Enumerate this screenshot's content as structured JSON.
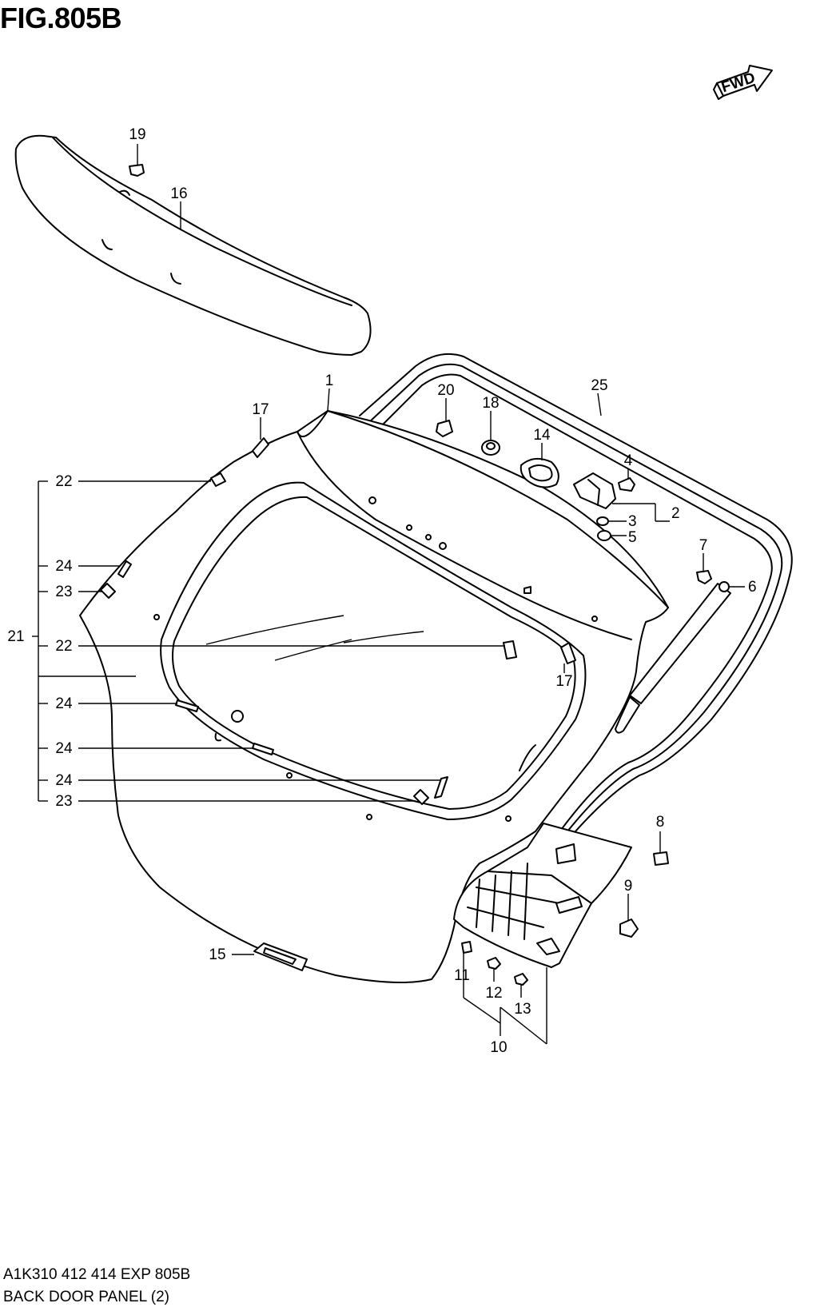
{
  "figure": {
    "title": "FIG.805B",
    "direction_badge": "FWD",
    "footer_code": "A1K310 412 414 EXP 805B",
    "footer_name": "BACK DOOR PANEL (2)"
  },
  "callouts": {
    "c1": "1",
    "c2": "2",
    "c3": "3",
    "c4": "4",
    "c5": "5",
    "c6": "6",
    "c7": "7",
    "c8": "8",
    "c9": "9",
    "c10": "10",
    "c11": "11",
    "c12": "12",
    "c13": "13",
    "c14": "14",
    "c15": "15",
    "c16": "16",
    "c17a": "17",
    "c17b": "17",
    "c18": "18",
    "c19": "19",
    "c20": "20",
    "c21": "21",
    "c22a": "22",
    "c22b": "22",
    "c23a": "23",
    "c23b": "23",
    "c24a": "24",
    "c24b": "24",
    "c24c": "24",
    "c24d": "24",
    "c25": "25"
  }
}
